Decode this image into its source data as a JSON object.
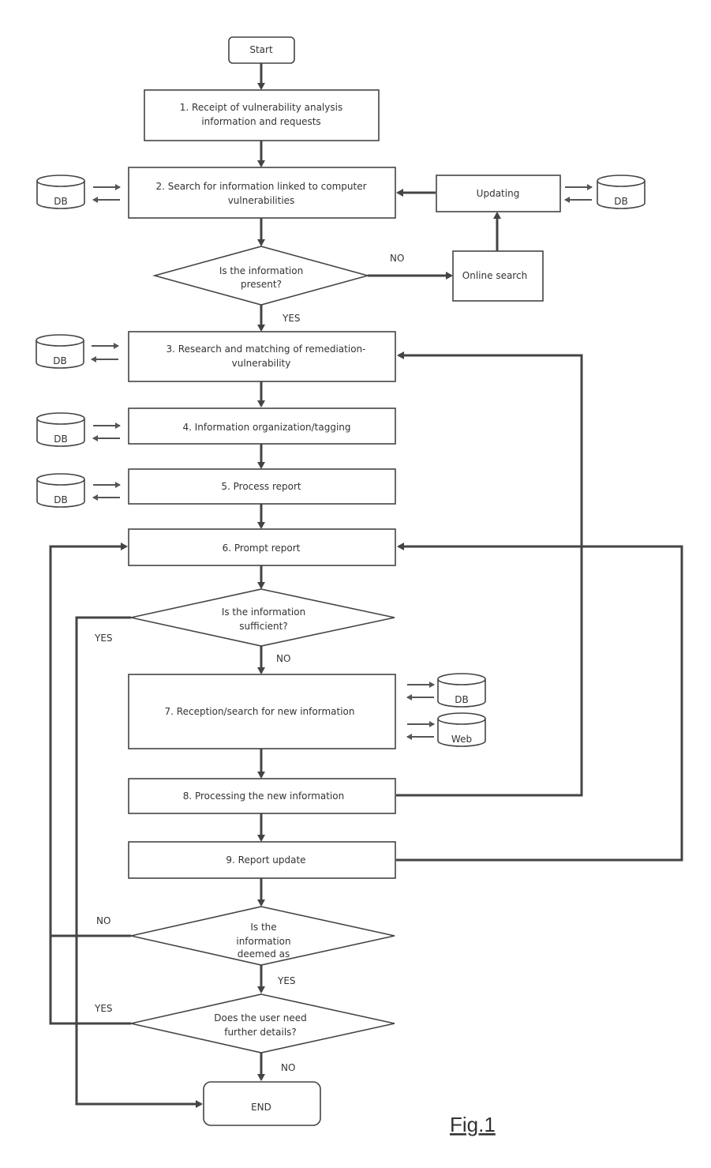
{
  "flowchart": {
    "start": "Start",
    "step1": [
      "1. Receipt of vulnerability analysis",
      "information and requests"
    ],
    "step2": [
      "2. Search for information linked to computer",
      "vulnerabilities"
    ],
    "updating": "Updating",
    "online_search": "Online search",
    "decision_present": [
      "Is the information",
      "present?"
    ],
    "step3": [
      "3. Research and matching of remediation-",
      "vulnerability"
    ],
    "step4": "4. Information organization/tagging",
    "step5": "5. Process report",
    "step6": "6. Prompt report",
    "decision_sufficient": [
      "Is the information",
      "sufficient?"
    ],
    "step7": "7. Reception/search for new information",
    "step8": "8. Processing the new information",
    "step9": "9. Report update",
    "decision_deemed": [
      "Is the",
      "information",
      "deemed as"
    ],
    "decision_details": [
      "Does the user need",
      "further details?"
    ],
    "end": "END",
    "db_label": "DB",
    "web_label": "Web",
    "yes": "YES",
    "no": "NO",
    "figure_caption": "Fig.1"
  }
}
